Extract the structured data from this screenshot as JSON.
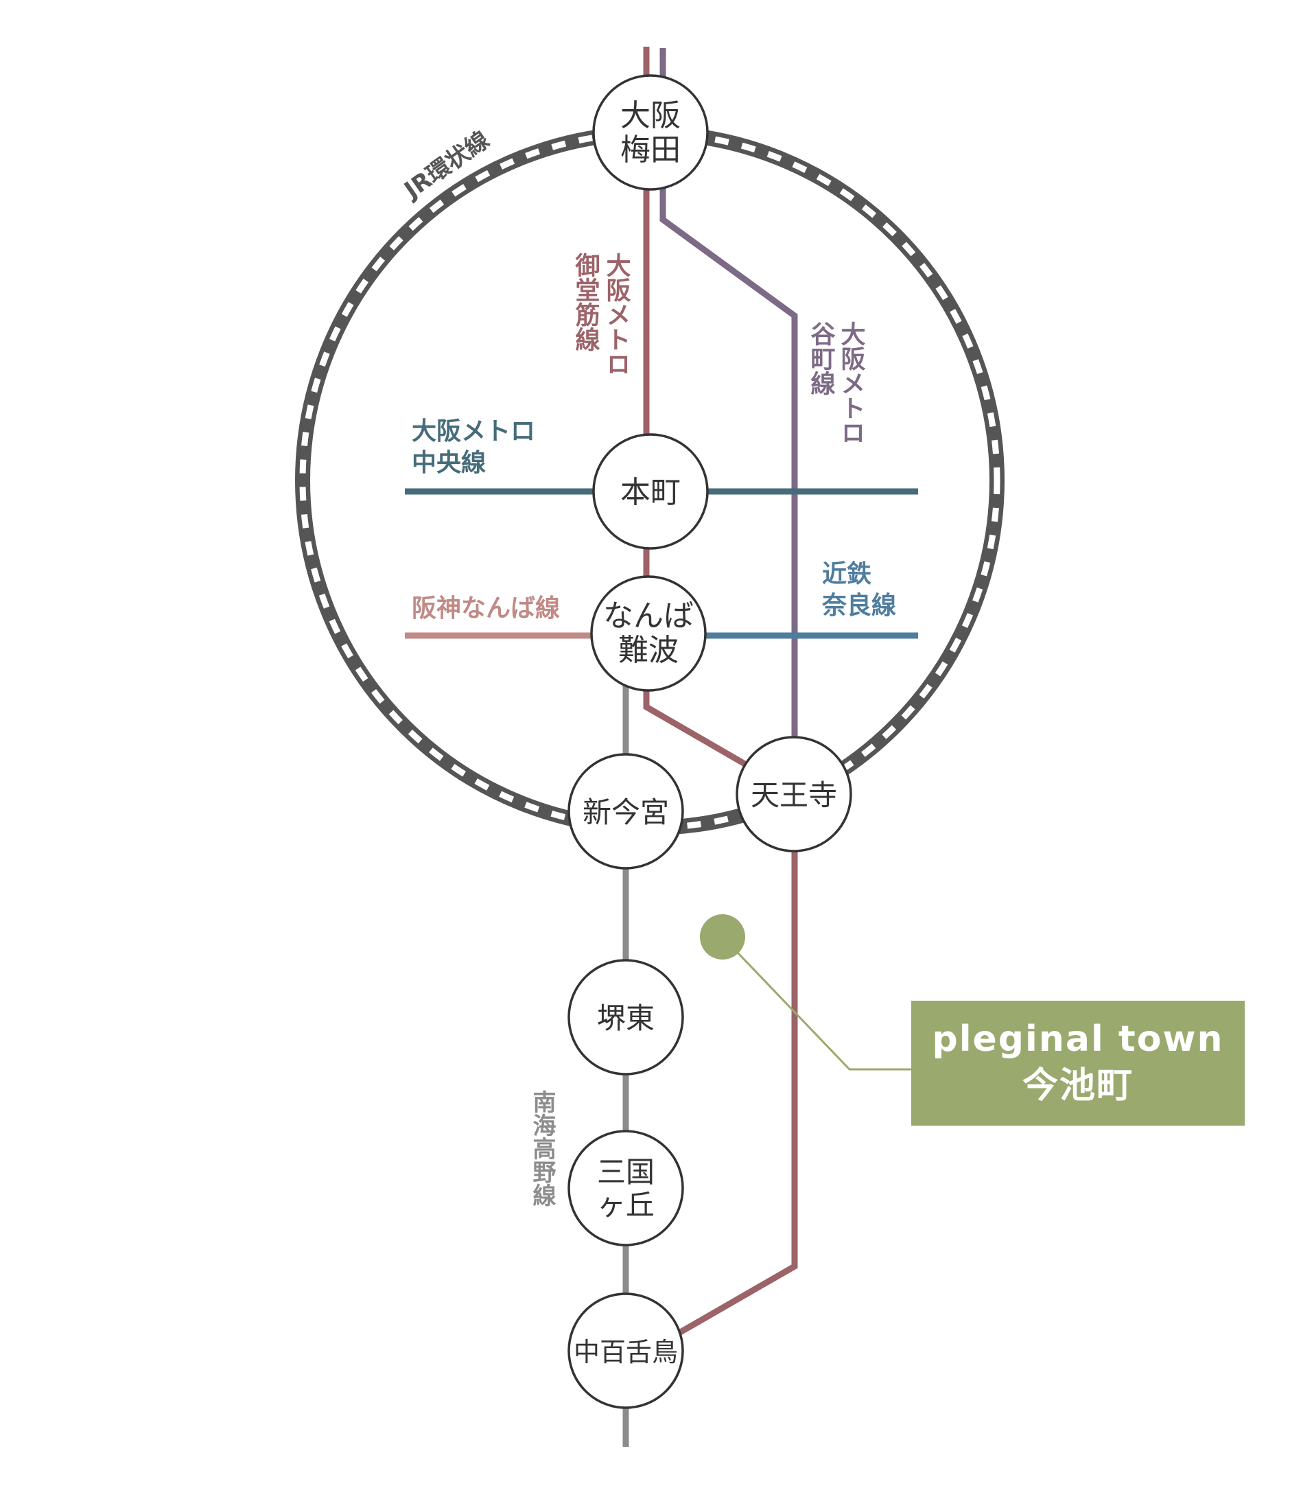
{
  "colors": {
    "midosuji": "#9c6369",
    "tanimachi": "#7c6a86",
    "chuo": "#466c7a",
    "kintetsu": "#4f7d9e",
    "hanshin": "#c08a86",
    "nankai": "#8c8c8c",
    "jr_ring": "#555555",
    "town": "#9aaa6e"
  },
  "lines": {
    "jr_ring": "JR環状線",
    "midosuji_top": "大阪メトロ",
    "midosuji_bottom": "御堂筋線",
    "tanimachi_top": "大阪メトロ",
    "tanimachi_bottom": "谷町線",
    "chuo_line1": "大阪メトロ",
    "chuo_line2": "中央線",
    "hanshin": "阪神なんば線",
    "kintetsu_line1": "近鉄",
    "kintetsu_line2": "奈良線",
    "nankai": "南海高野線"
  },
  "stations": {
    "umeda_l1": "大阪",
    "umeda_l2": "梅田",
    "honmachi": "本町",
    "namba_l1": "なんば",
    "namba_l2": "難波",
    "shinimamiya": "新今宮",
    "tennoji": "天王寺",
    "sakaihigashi": "堺東",
    "mikunigaoka_l1": "三国",
    "mikunigaoka_l2": "ヶ丘",
    "nakamozu": "中百舌鳥"
  },
  "town": {
    "name_line1": "pleginal town",
    "name_line2": "今池町"
  }
}
